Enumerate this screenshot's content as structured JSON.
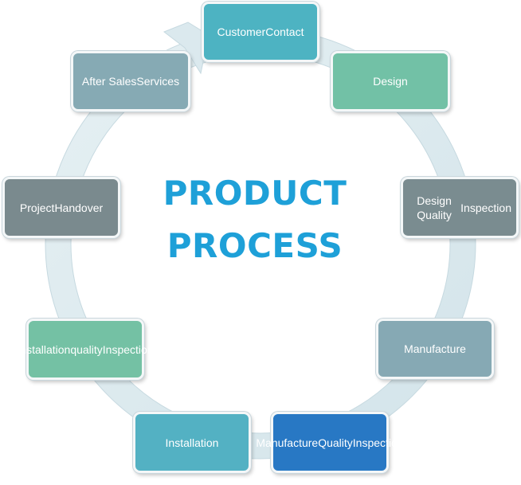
{
  "title": {
    "line1": "PRODUCT",
    "line2": "PROCESS"
  },
  "colors": {
    "title": "#1ea0d8",
    "ring": "#dbe9ee"
  },
  "steps": [
    {
      "id": "customer-contact",
      "lines": [
        "Customer",
        "Contact"
      ],
      "color": "#4db3c2"
    },
    {
      "id": "design",
      "lines": [
        "Design"
      ],
      "color": "#72c1a6"
    },
    {
      "id": "design-quality",
      "lines": [
        "Design Quality",
        "Inspection"
      ],
      "color": "#7a8c90"
    },
    {
      "id": "manufacture",
      "lines": [
        "Manufacture"
      ],
      "color": "#86a9b4"
    },
    {
      "id": "manufacture-qi",
      "lines": [
        "Manufacture",
        "Quality",
        "Inspection"
      ],
      "color": "#2878c4"
    },
    {
      "id": "installation",
      "lines": [
        "Installation"
      ],
      "color": "#53b1c3"
    },
    {
      "id": "installation-qi",
      "lines": [
        "Installation",
        "quality",
        "Inspection"
      ],
      "color": "#74c1a4"
    },
    {
      "id": "project-handover",
      "lines": [
        "Project",
        "Handover"
      ],
      "color": "#7a8a8e"
    },
    {
      "id": "after-sales",
      "lines": [
        "After Sales",
        "Services"
      ],
      "color": "#86aab4"
    }
  ]
}
